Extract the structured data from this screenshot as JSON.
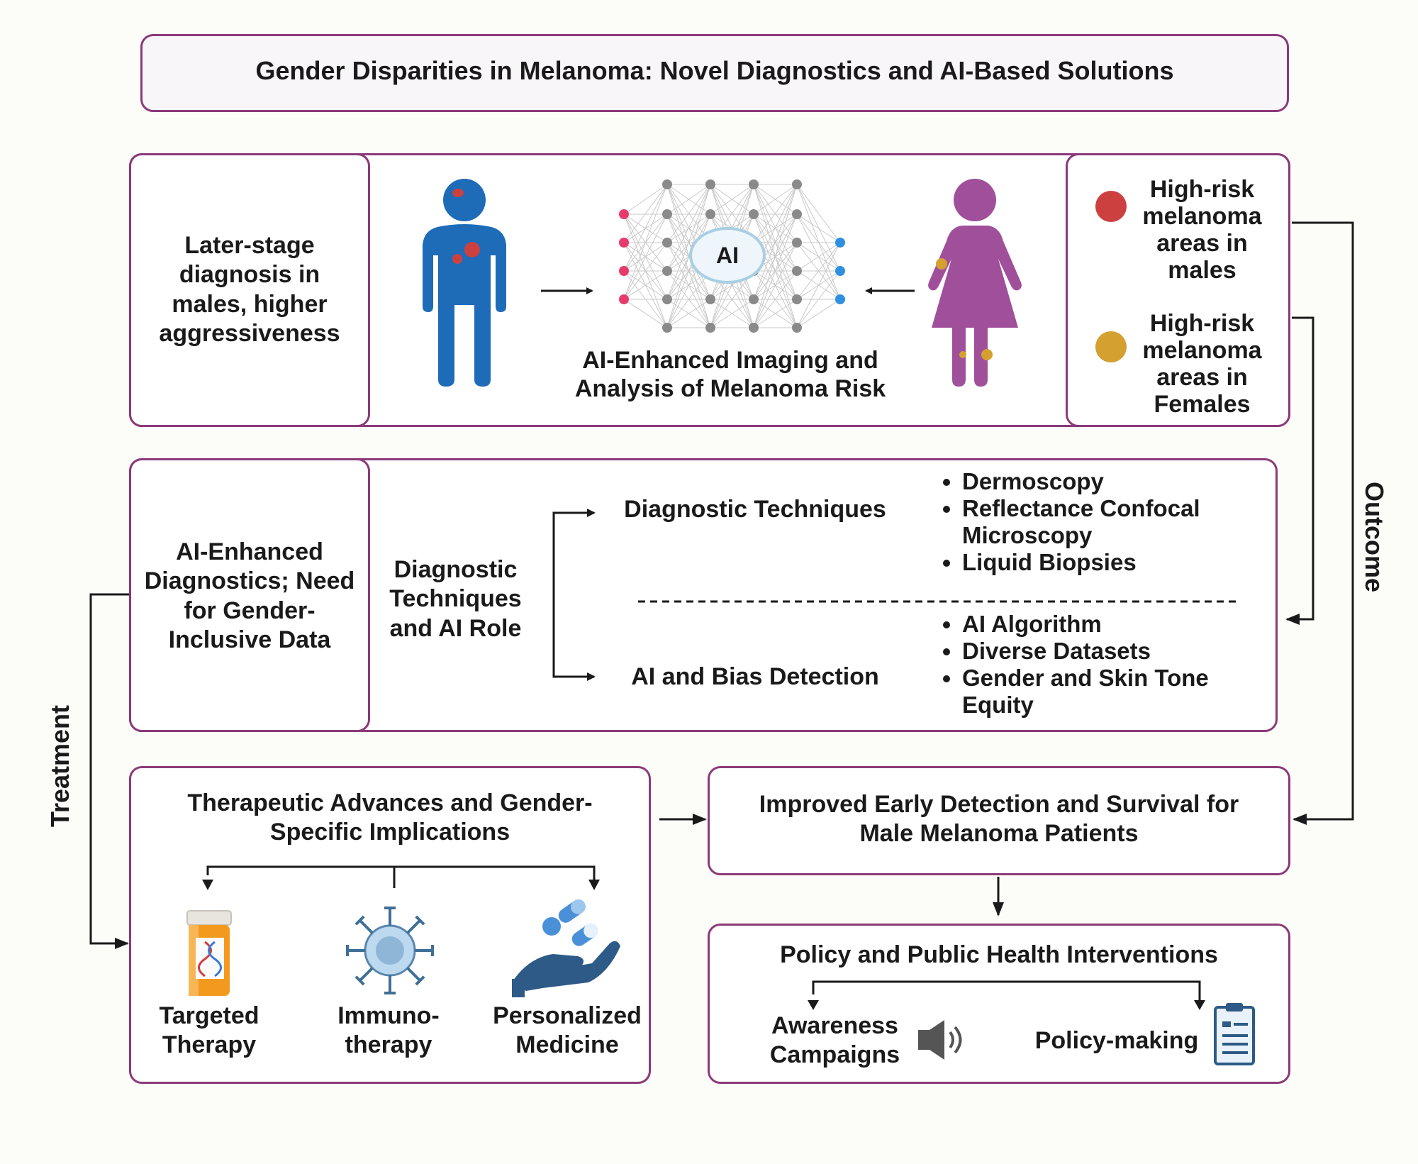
{
  "title": "Gender Disparities in Melanoma: Novel Diagnostics and AI-Based Solutions",
  "row1": {
    "left_text": "Later-stage diagnosis in males, higher aggressiveness",
    "ai_badge": "AI",
    "center_caption": "AI-Enhanced Imaging and Analysis of Melanoma Risk",
    "legend_male": "High-risk melanoma areas in males",
    "legend_female": "High-risk melanoma areas in Females",
    "colors": {
      "male_figure": "#1e6bb8",
      "female_figure": "#a0509a",
      "male_marker": "#cc4040",
      "female_marker": "#d4a030"
    }
  },
  "row2": {
    "left_text": "AI-Enhanced Diagnostics; Need for Gender-Inclusive Data",
    "mid_text": "Diagnostic Techniques and AI Role",
    "branch1_label": "Diagnostic Techniques",
    "branch1_items": [
      "Dermoscopy",
      "Reflectance Confocal Microscopy",
      "Liquid Biopsies"
    ],
    "branch2_label": "AI and Bias Detection",
    "branch2_items": [
      "AI Algorithm",
      "Diverse Datasets",
      "Gender and Skin Tone Equity"
    ]
  },
  "therapy": {
    "title": "Therapeutic Advances and Gender-Specific Implications",
    "items": [
      "Targeted Therapy",
      "Immuno-therapy",
      "Personalized Medicine"
    ]
  },
  "outcome_box": {
    "text": "Improved Early Detection and Survival for Male Melanoma Patients"
  },
  "policy": {
    "title": "Policy and Public Health Interventions",
    "awareness": "Awareness Campaigns",
    "policymaking": "Policy-making"
  },
  "side_labels": {
    "left": "Treatment",
    "right": "Outcome"
  },
  "icons": [
    "male-figure-icon",
    "female-figure-icon",
    "neural-network-icon",
    "pill-bottle-icon",
    "immune-cell-icon",
    "hand-pills-icon",
    "speaker-icon",
    "clipboard-icon"
  ]
}
